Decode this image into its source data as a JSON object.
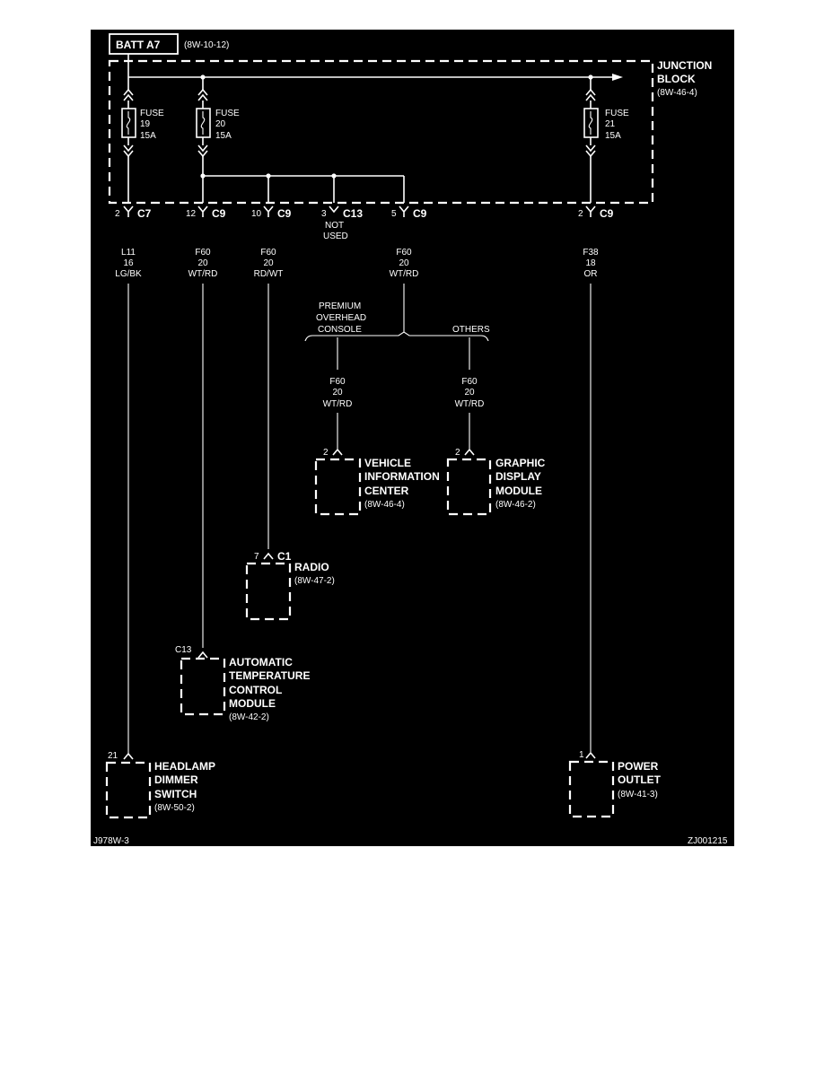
{
  "source": {
    "label": "BATT A7",
    "ref": "(8W-10-12)"
  },
  "junction_block": {
    "line1": "JUNCTION",
    "line2": "BLOCK",
    "ref": "(8W-46-4)"
  },
  "fuses": [
    {
      "word": "FUSE",
      "number": "19",
      "rating": "15A"
    },
    {
      "word": "FUSE",
      "number": "20",
      "rating": "15A"
    },
    {
      "word": "FUSE",
      "number": "21",
      "rating": "15A"
    }
  ],
  "connectors": [
    {
      "pin": "2",
      "name": "C7"
    },
    {
      "pin": "12",
      "name": "C9"
    },
    {
      "pin": "10",
      "name": "C9"
    },
    {
      "pin": "3",
      "name": "C13",
      "note1": "NOT",
      "note2": "USED"
    },
    {
      "pin": "5",
      "name": "C9"
    },
    {
      "pin": "2",
      "name": "C9"
    }
  ],
  "wires": [
    {
      "circuit": "L11",
      "gauge": "16",
      "color": "LG/BK"
    },
    {
      "circuit": "F60",
      "gauge": "20",
      "color": "WT/RD"
    },
    {
      "circuit": "F60",
      "gauge": "20",
      "color": "RD/WT"
    },
    {
      "circuit": "F60",
      "gauge": "20",
      "color": "WT/RD"
    },
    {
      "circuit": "F38",
      "gauge": "18",
      "color": "OR"
    },
    {
      "circuit": "F60",
      "gauge": "20",
      "color": "WT/RD"
    },
    {
      "circuit": "F60",
      "gauge": "20",
      "color": "WT/RD"
    }
  ],
  "split": {
    "left1": "PREMIUM",
    "left2": "OVERHEAD",
    "left3": "CONSOLE",
    "right": "OTHERS"
  },
  "components": {
    "vic": {
      "pin": "2",
      "l1": "VEHICLE",
      "l2": "INFORMATION",
      "l3": "CENTER",
      "ref": "(8W-46-4)"
    },
    "gdm": {
      "pin": "2",
      "l1": "GRAPHIC",
      "l2": "DISPLAY",
      "l3": "MODULE",
      "ref": "(8W-46-2)"
    },
    "radio": {
      "pin": "7",
      "conn": "C1",
      "l1": "RADIO",
      "ref": "(8W-47-2)"
    },
    "atc": {
      "pin": "C13",
      "l1": "AUTOMATIC",
      "l2": "TEMPERATURE",
      "l3": "CONTROL",
      "l4": "MODULE",
      "ref": "(8W-42-2)"
    },
    "hds": {
      "pin": "21",
      "l1": "HEADLAMP",
      "l2": "DIMMER",
      "l3": "SWITCH",
      "ref": "(8W-50-2)"
    },
    "po": {
      "pin": "1",
      "l1": "POWER",
      "l2": "OUTLET",
      "ref": "(8W-41-3)"
    }
  },
  "footer": {
    "left": "J978W-3",
    "right": "ZJ001215"
  }
}
